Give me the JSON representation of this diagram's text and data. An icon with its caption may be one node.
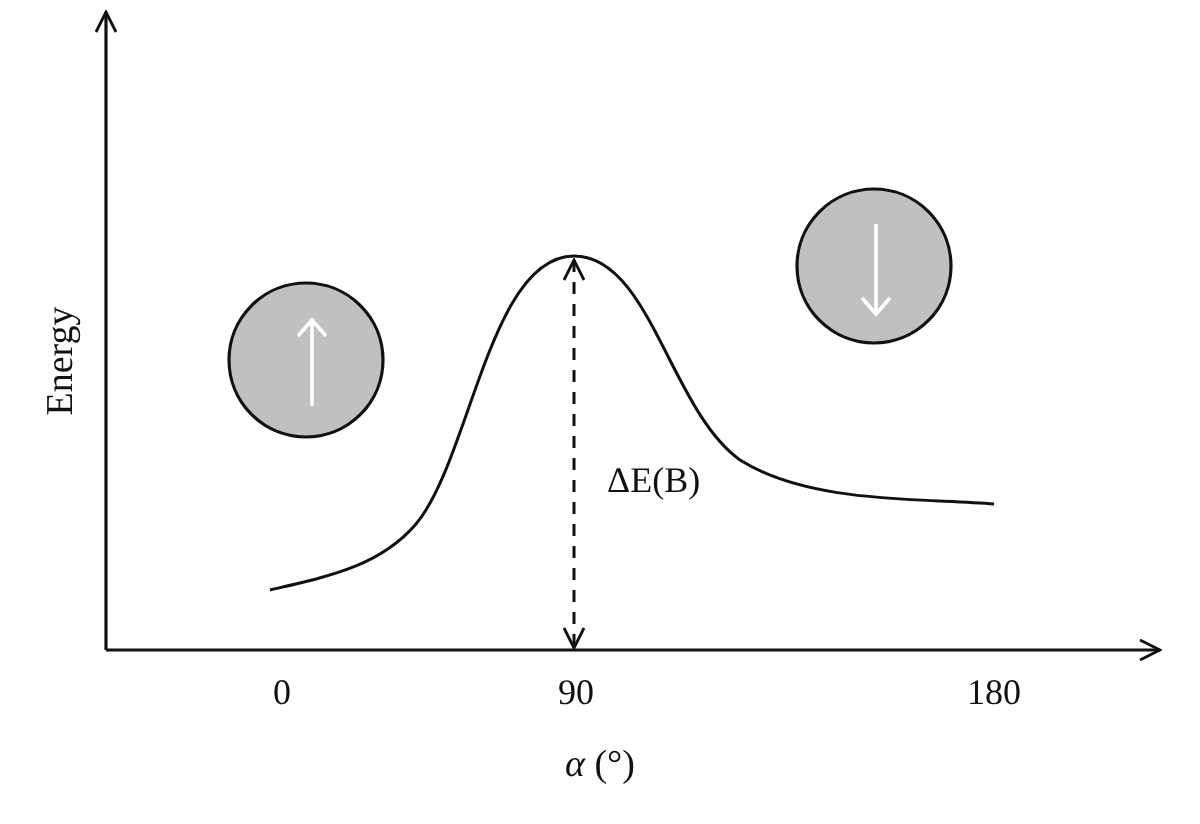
{
  "diagram": {
    "labels": [
      "Energy",
      "ΔE(B)",
      "0",
      "90",
      "180",
      "*α* (°)"
    ]
  }
}
